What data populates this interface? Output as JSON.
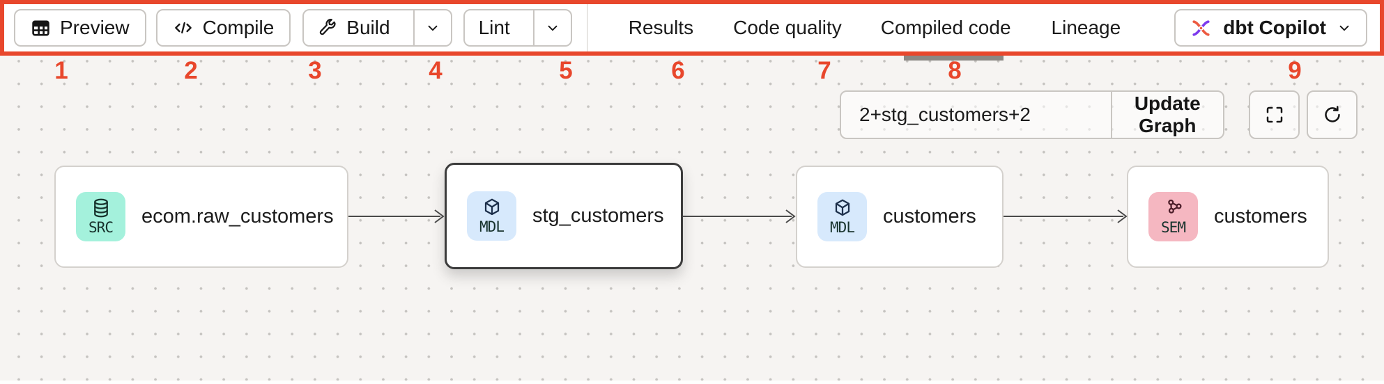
{
  "annotation": {
    "highlight_color": "#e8472c",
    "numbers": [
      "1",
      "2",
      "3",
      "4",
      "5",
      "6",
      "7",
      "8",
      "9"
    ]
  },
  "toolbar": {
    "preview": {
      "label": "Preview",
      "icon": "table-icon"
    },
    "compile": {
      "label": "Compile",
      "icon": "code-icon"
    },
    "build": {
      "label": "Build",
      "icon": "wrench-icon",
      "has_dropdown": true
    },
    "lint": {
      "label": "Lint",
      "has_dropdown": true
    },
    "tabs": [
      {
        "label": "Results",
        "active": false
      },
      {
        "label": "Code quality",
        "active": false
      },
      {
        "label": "Compiled code",
        "active": false
      },
      {
        "label": "Lineage",
        "active": true
      }
    ],
    "copilot": {
      "label": "dbt Copilot",
      "icon": "dbt-logo-icon",
      "has_dropdown": true
    }
  },
  "graph_controls": {
    "selector_input_value": "2+stg_customers+2",
    "update_button_label": "Update Graph",
    "icon_buttons": [
      "fullscreen-icon",
      "refresh-icon"
    ]
  },
  "lineage_graph": {
    "nodes": [
      {
        "type_badge": "SRC",
        "type": "source",
        "label": "ecom.raw_customers",
        "badge_color": "#a4f1dc",
        "selected": false
      },
      {
        "type_badge": "MDL",
        "type": "model",
        "label": "stg_customers",
        "badge_color": "#d7e9fc",
        "selected": true
      },
      {
        "type_badge": "MDL",
        "type": "model",
        "label": "customers",
        "badge_color": "#d7e9fc",
        "selected": false
      },
      {
        "type_badge": "SEM",
        "type": "semantic_model",
        "label": "customers",
        "badge_color": "#f5b7c1",
        "selected": false
      }
    ],
    "edges": [
      {
        "from": "ecom.raw_customers",
        "to": "stg_customers"
      },
      {
        "from": "stg_customers",
        "to": "customers"
      },
      {
        "from": "customers",
        "to": "customers (semantic)"
      }
    ]
  }
}
